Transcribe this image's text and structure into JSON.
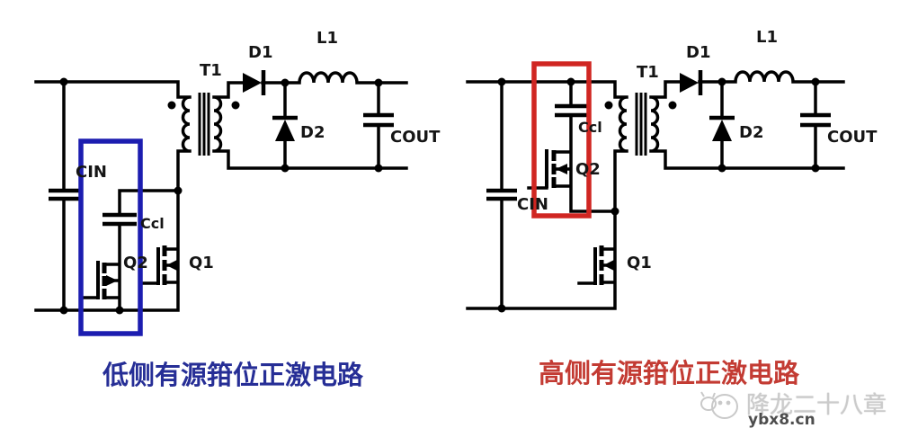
{
  "colors": {
    "wire": "#000000",
    "box_blue": "#1c1db0",
    "box_red": "#d02622",
    "caption_blue": "#262e96",
    "caption_red": "#c33b33",
    "watermark": "#cbcbcb",
    "watermark_site": "#4d4d4d"
  },
  "left_circuit": {
    "caption": "低侧有源箝位正激电路",
    "labels": {
      "cin": "CIN",
      "ccl": "Ccl",
      "q2": "Q2",
      "q1": "Q1",
      "t1": "T1",
      "d1": "D1",
      "d2": "D2",
      "l1": "L1",
      "cout": "COUT"
    }
  },
  "right_circuit": {
    "caption": "高侧有源箝位正激电路",
    "labels": {
      "cin": "CIN",
      "ccl": "Ccl",
      "q2": "Q2",
      "q1": "Q1",
      "t1": "T1",
      "d1": "D1",
      "d2": "D2",
      "l1": "L1",
      "cout": "COUT"
    }
  },
  "watermark": {
    "brand": "降龙二十八章",
    "site": "ybx8.cn"
  }
}
